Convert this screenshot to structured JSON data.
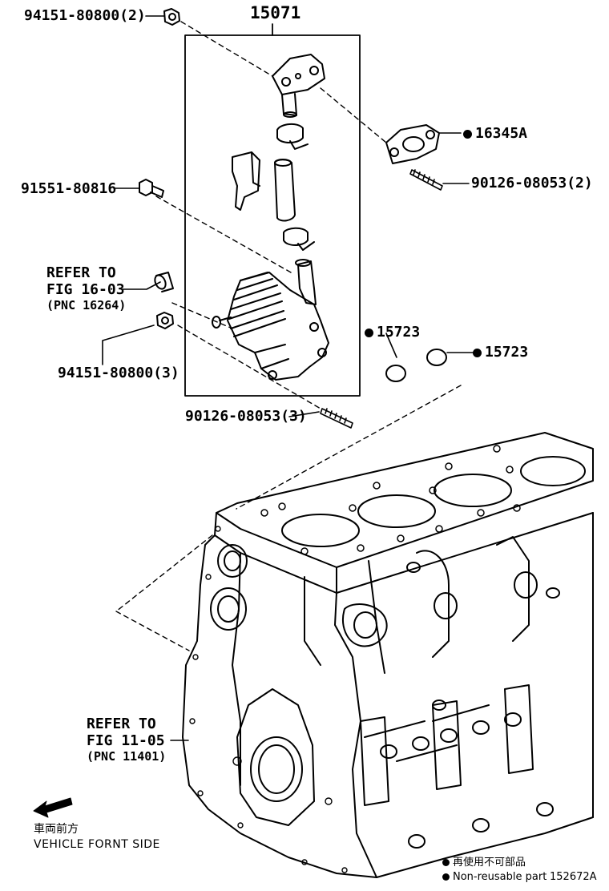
{
  "labels": {
    "p94151_top": "94151-80800(2)",
    "p15071": "15071",
    "p16345a": "16345A",
    "p90126_2": "90126-08053(2)",
    "p91551": "91551-80816",
    "p15723_a": "15723",
    "p15723_b": "15723",
    "p94151_bottom": "94151-80800(3)",
    "p90126_3": "90126-08053(3)"
  },
  "references": {
    "fig16": {
      "line1": "REFER TO",
      "line2": "FIG 16-03",
      "line3": "(PNC 16264)"
    },
    "fig11": {
      "line1": "REFER TO",
      "line2": "FIG 11-05",
      "line3": "(PNC 11401)"
    }
  },
  "direction": {
    "jp": "車両前方",
    "en": "VEHICLE FORNT SIDE"
  },
  "legend": {
    "jp": "再使用不可部品",
    "en": "Non-reusable part",
    "code": "152672A"
  }
}
